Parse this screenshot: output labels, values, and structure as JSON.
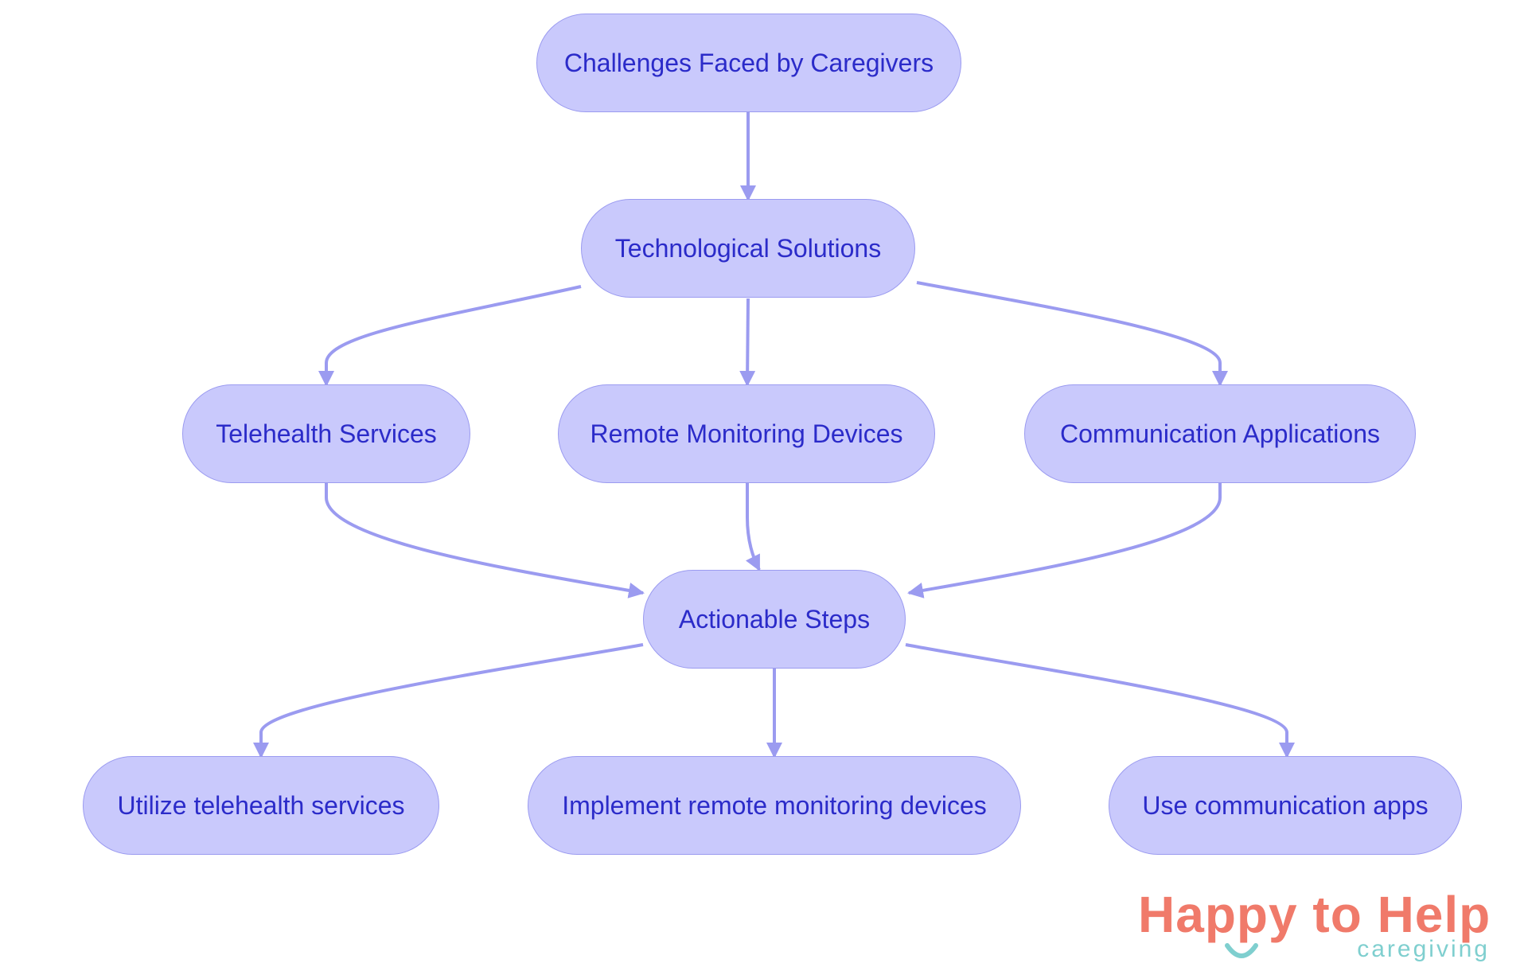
{
  "diagram": {
    "nodes": {
      "challenges": "Challenges Faced by Caregivers",
      "tech": "Technological Solutions",
      "telehealth": "Telehealth Services",
      "remote": "Remote Monitoring Devices",
      "comm": "Communication Applications",
      "actionable": "Actionable Steps",
      "use_telehealth": "Utilize telehealth services",
      "implement_remote": "Implement remote monitoring devices",
      "use_comm": "Use communication apps"
    },
    "edges": [
      [
        "challenges",
        "tech"
      ],
      [
        "tech",
        "telehealth"
      ],
      [
        "tech",
        "remote"
      ],
      [
        "tech",
        "comm"
      ],
      [
        "telehealth",
        "actionable"
      ],
      [
        "remote",
        "actionable"
      ],
      [
        "comm",
        "actionable"
      ],
      [
        "actionable",
        "use_telehealth"
      ],
      [
        "actionable",
        "implement_remote"
      ],
      [
        "actionable",
        "use_comm"
      ]
    ],
    "colors": {
      "node_fill": "#c9c9fc",
      "node_stroke": "#9b9bf0",
      "text": "#2b2bc9",
      "edge": "#9b9bf0"
    }
  },
  "logo": {
    "brand": "Happy to Help",
    "tagline": "caregiving",
    "colors": {
      "brand": "#f07a6a",
      "tagline": "#7fcfcf"
    }
  }
}
